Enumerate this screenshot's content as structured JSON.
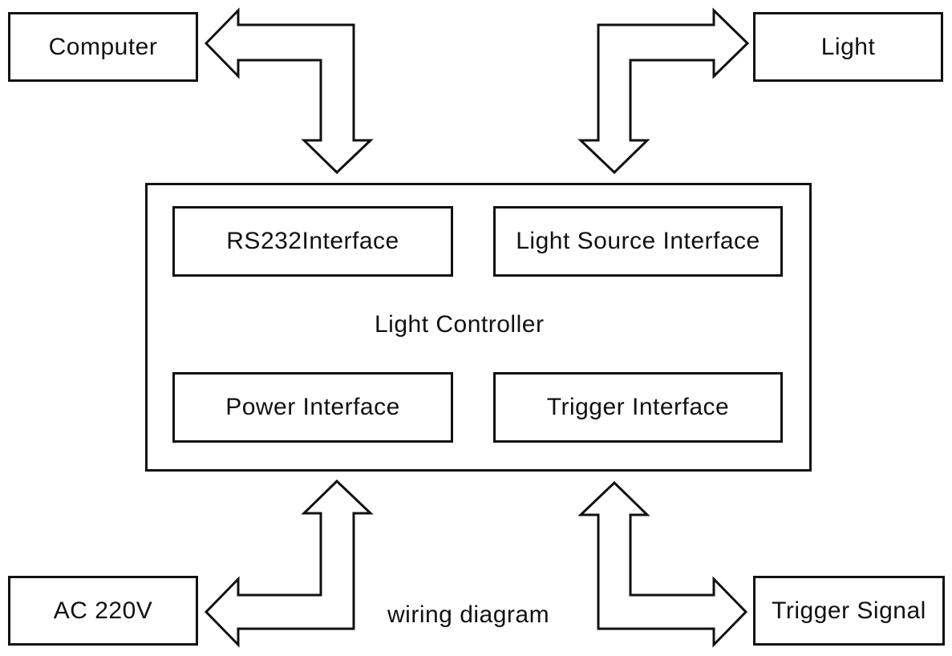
{
  "nodes": {
    "computer": "Computer",
    "light": "Light",
    "ac_power": "AC 220V",
    "trigger_signal": "Trigger Signal"
  },
  "controller": {
    "title": "Light Controller",
    "rs232": "RS232Interface",
    "light_source": "Light Source Interface",
    "power": "Power Interface",
    "trigger": "Trigger Interface"
  },
  "caption": "wiring diagram",
  "edges": [
    {
      "from": "Computer",
      "to": "Light Controller",
      "direction": "bidirectional"
    },
    {
      "from": "Light",
      "to": "Light Controller",
      "direction": "bidirectional"
    },
    {
      "from": "AC 220V",
      "to": "Light Controller",
      "direction": "bidirectional"
    },
    {
      "from": "Trigger Signal",
      "to": "Light Controller",
      "direction": "bidirectional"
    }
  ]
}
